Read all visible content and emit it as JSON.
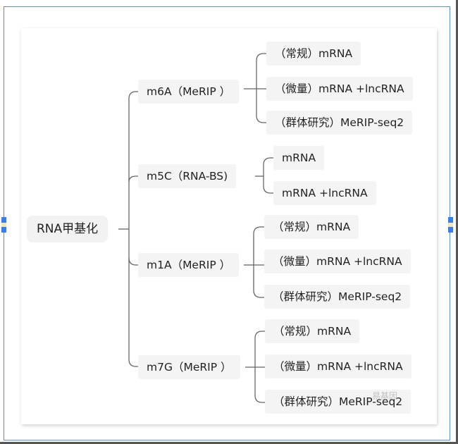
{
  "mindmap": {
    "root": "RNA甲基化",
    "branches": [
      {
        "label": "m6A（MeRIP ）",
        "children": [
          "（常规）mRNA",
          "（微量）mRNA +lncRNA",
          "（群体研究）MeRIP-seq2"
        ]
      },
      {
        "label": "m5C（RNA-BS)",
        "children": [
          "mRNA",
          "mRNA +lncRNA"
        ]
      },
      {
        "label": "m1A（MeRIP ）",
        "children": [
          "（常规）mRNA",
          "（微量）mRNA +lncRNA",
          "（群体研究）MeRIP-seq2"
        ]
      },
      {
        "label": "m7G（MeRIP ）",
        "children": [
          "（常规）mRNA",
          "（微量）mRNA +lncRNA",
          "（群体研究）MeRIP-seq2"
        ]
      }
    ]
  },
  "watermark": "易基因",
  "colors": {
    "selection": "#5b8fd9",
    "handle": "#3d7de8",
    "line": "#666666",
    "node_bg": "#f4f4f4"
  }
}
